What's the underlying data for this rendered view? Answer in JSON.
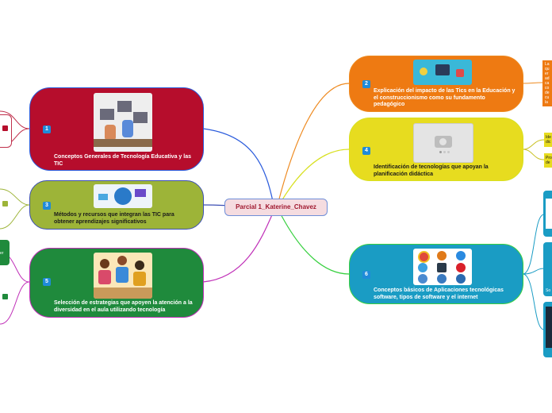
{
  "central": {
    "title": "Parcial 1_Katerine_Chavez"
  },
  "topics": [
    {
      "number": "1",
      "title": "Conceptos Generales de Tecnología Educativa y las TIC",
      "color": "#b60d2c"
    },
    {
      "number": "2",
      "title": "Explicación del impacto de las Tics en la Educación y el construccionismo como su fundamento pedagógico",
      "color": "#ee7a12"
    },
    {
      "number": "3",
      "title": "Métodos y recursos que integran las TIC para obtener aprendizajes significativos",
      "color": "#9db438"
    },
    {
      "number": "4",
      "title": "Identificación de tecnologías que apoyan la planificación didáctica",
      "color": "#e7dc1f"
    },
    {
      "number": "5",
      "title": "Selección de estrategias que apoyen la atención a la diversidad en el aula utilizando tecnología",
      "color": "#1f8a3c"
    },
    {
      "number": "6",
      "title": "Conceptos básicos de Aplicaciones tecnológicas software, tipos de software y el internet",
      "color": "#1a9cc4"
    }
  ],
  "fragments": {
    "orange_note": [
      "La",
      "qu",
      "er",
      "ad",
      "ca",
      "co",
      "de",
      "cu",
      "la"
    ],
    "yellow_a": [
      "Ide",
      "dic"
    ],
    "yellow_b": [
      "Pro",
      "de"
    ],
    "green_edge": "er",
    "blue_b": "So"
  }
}
